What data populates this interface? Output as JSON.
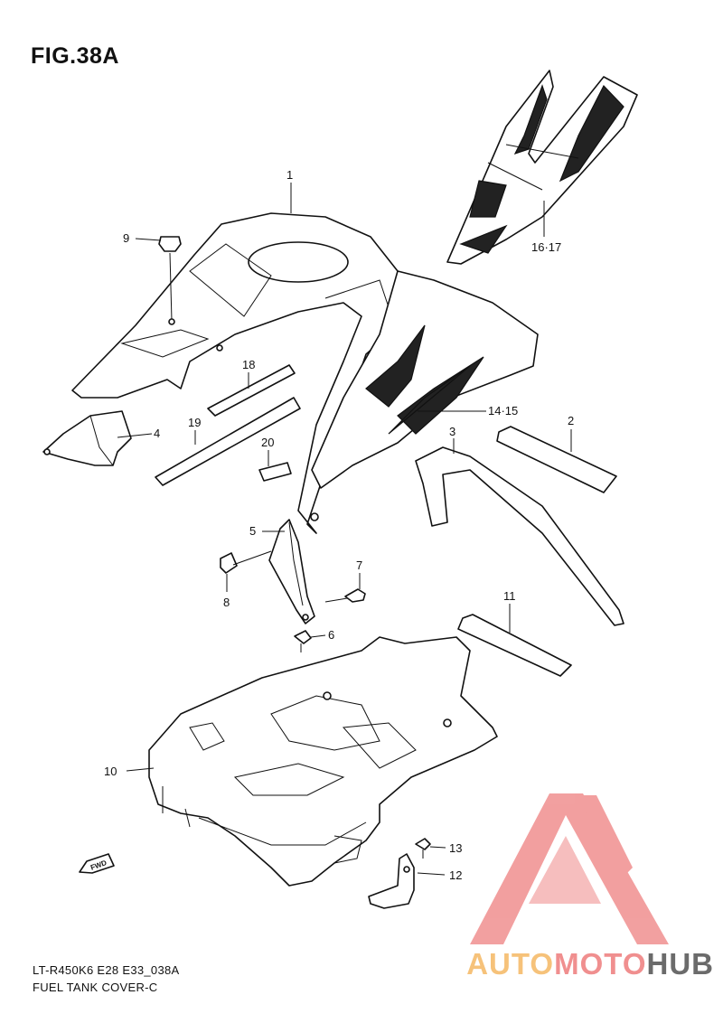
{
  "figure": {
    "title": "FIG.38A"
  },
  "callouts": [
    "1",
    "2",
    "3",
    "4",
    "5",
    "6",
    "7",
    "8",
    "9",
    "10",
    "11",
    "12",
    "13",
    "14·15",
    "16·17",
    "18",
    "19",
    "20"
  ],
  "footer": {
    "model_code": "LT-R450K6 E28 E33_038A",
    "name": "FUEL TANK COVER-C"
  },
  "fwd_label": "FWD",
  "watermark": {
    "part1": "AUTO",
    "part2": "MOTO",
    "part3": "HUB"
  },
  "colors": {
    "line": "#111111",
    "watermark_red": "#f08f8f",
    "watermark_orange": "#f6c27a",
    "watermark_gray": "#6b6b6b"
  }
}
